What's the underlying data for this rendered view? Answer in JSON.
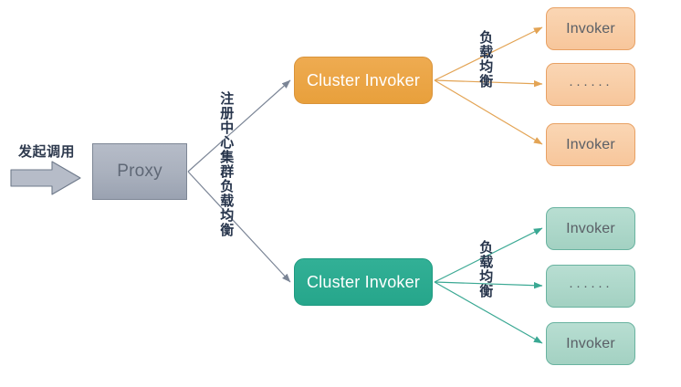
{
  "diagram": {
    "title": "Dubbo cluster invoker / load balancing flow",
    "entry": {
      "arrow_label": "发起调用",
      "arrow_icon": "block-arrow-right-icon",
      "node_label": "Proxy"
    },
    "registry_label": "注册中心集群负载均衡",
    "clusters": [
      {
        "id": "cluster-orange",
        "label": "Cluster Invoker",
        "accent": "#e8a03c",
        "lb_label": "负载均衡",
        "invokers": [
          {
            "label": "Invoker",
            "kind": "node"
          },
          {
            "label": "······",
            "kind": "ellipsis"
          },
          {
            "label": "Invoker",
            "kind": "node"
          }
        ]
      },
      {
        "id": "cluster-teal",
        "label": "Cluster Invoker",
        "accent": "#26a68b",
        "lb_label": "负载均衡",
        "invokers": [
          {
            "label": "Invoker",
            "kind": "node"
          },
          {
            "label": "······",
            "kind": "ellipsis"
          },
          {
            "label": "Invoker",
            "kind": "node"
          }
        ]
      }
    ],
    "colors": {
      "background": "#ffffff",
      "proxy_fill": "#a9b0bd",
      "proxy_stroke": "#7d8695",
      "connector_gray": "#7b8596",
      "orange_accent": "#e8a03c",
      "orange_light": "#f7c69b",
      "teal_accent": "#26a68b",
      "teal_light": "#a3d1c2",
      "text_dark": "#26344b",
      "text_muted": "#5a5f66"
    }
  }
}
